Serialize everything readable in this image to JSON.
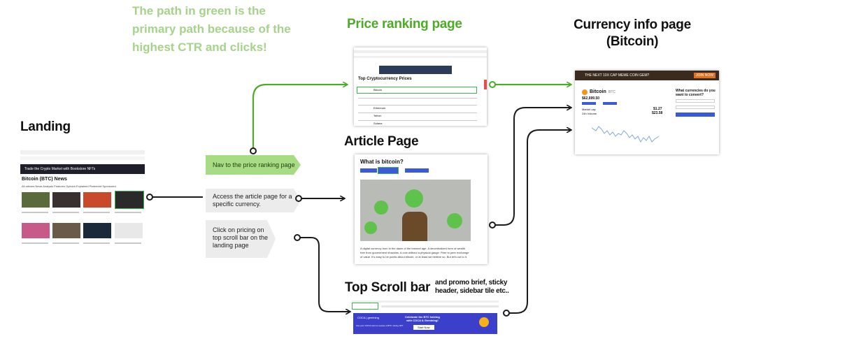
{
  "note": {
    "lines": [
      "The path in green is the",
      "primary path because of the",
      "highest CTR and clicks!"
    ]
  },
  "headings": {
    "landing": "Landing",
    "price_ranking": "Price ranking page",
    "currency_info_line1": "Currency info page",
    "currency_info_line2": "(Bitcoin)",
    "article": "Article Page",
    "top_scroll": "Top Scroll bar",
    "top_scroll_sub_line1": "and promo brief, sticky",
    "top_scroll_sub_line2": "header, sidebar tile etc.."
  },
  "steps": {
    "nav_price": "Nav to the price ranking page",
    "access_article_line1": "Access the article page for a",
    "access_article_line2": "specific currency.",
    "click_pricing_line1": "Click on pricing on",
    "click_pricing_line2": "top scroll bar on the",
    "click_pricing_line3": "landing page"
  },
  "landing_thumb": {
    "banner_text": "Trade the Crypto Market with Bookstore NFTs",
    "section_title": "Bitcoin (BTC) News",
    "tabs": "All articles  News  Analysis  Features  Opinion  Explained  Partnered  Sponsored"
  },
  "price_thumb": {
    "title": "Top Cryptocurrency Prices",
    "rows": [
      "Bitcoin",
      "Ethereum",
      "Tether",
      "Solana"
    ]
  },
  "currency_thumb": {
    "ad": "THE NEXT 10X CAP MEME COIN GEM?",
    "ad_button": "JOIN NOW",
    "coin": "Bitcoin",
    "ticker": "BTC",
    "price": "$62,699.50",
    "convert_q_line1": "What currencies do you",
    "convert_q_line2": "want to convert?",
    "market_cap_label": "Market cap",
    "market_cap_value": "$1.27",
    "vol_label": "24h Volume",
    "vol_value": "$23.58"
  },
  "article_thumb": {
    "title": "What is bitcoin?",
    "body_line1": "A digital currency born in the dawn of the internet age. A decentralized form of wealth",
    "body_line2": "free from government shackles. A coin without a physical gauge. Peer to peer exchange",
    "body_line3": "of value. It's easy to be poetic about bitcoin, or at least we believe so. But let's cut to it."
  },
  "scroll_thumb": {
    "promo_brand": "COCA | gemining",
    "promo_line1": "Celebrate the BTC halving",
    "promo_line2": "with COCA & Gemining!",
    "promo_button": "Start Now",
    "promo_sub": "Use your COCA card to receive a BTC mining NFT"
  },
  "colors": {
    "note_green": "#a4d48a",
    "path_green": "#4cac28",
    "highlight_green": "#39b54a",
    "tag_green": "#a8dc84",
    "tag_gray": "#ececec",
    "connector_dark": "#1a1a1a"
  }
}
